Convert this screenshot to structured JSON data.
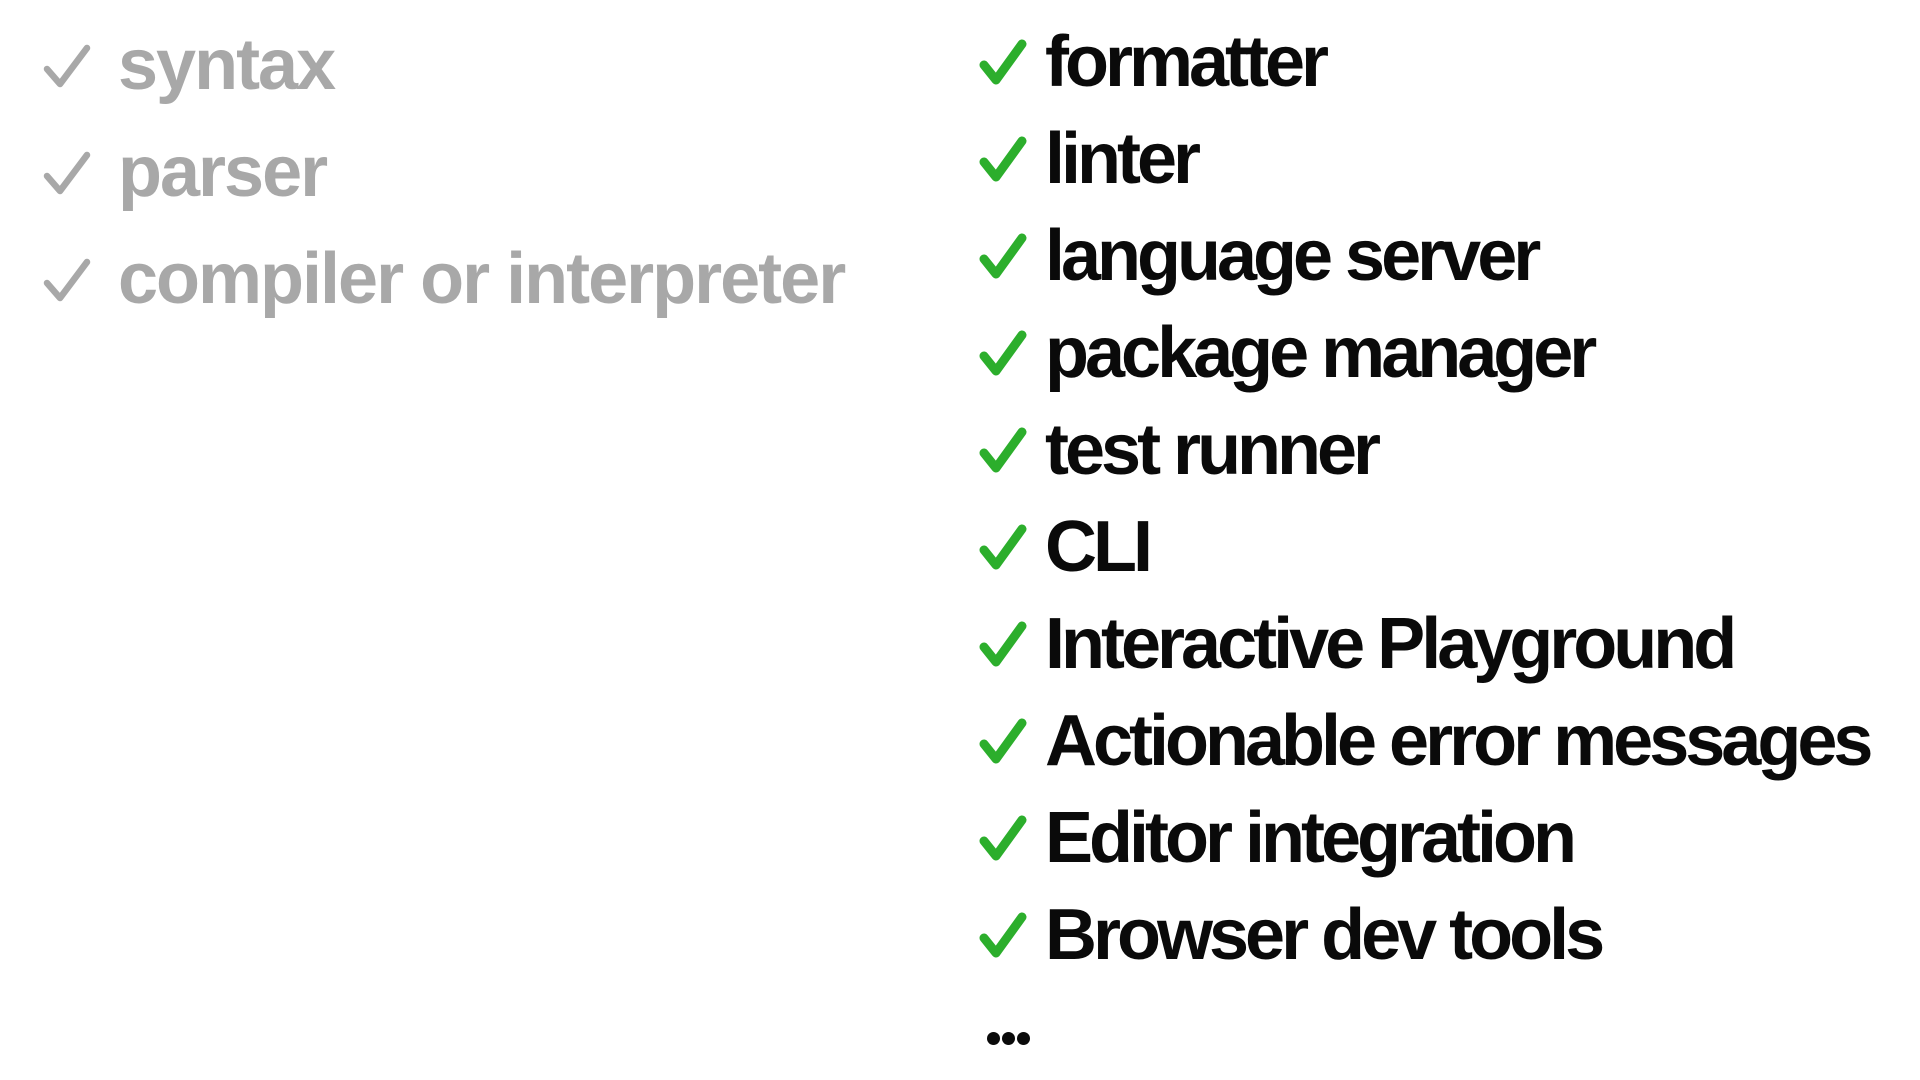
{
  "slide": {
    "colors": {
      "background": "#ffffff",
      "completed_gray": "#a8a8a8",
      "text_black": "#0a0a0a",
      "check_green": "#2cae2c"
    },
    "completed_list": {
      "items": [
        {
          "label": "syntax"
        },
        {
          "label": "parser"
        },
        {
          "label": "compiler or interpreter"
        }
      ]
    },
    "tooling_list": {
      "items": [
        {
          "label": "formatter"
        },
        {
          "label": "linter"
        },
        {
          "label": "language server"
        },
        {
          "label": "package manager"
        },
        {
          "label": "test runner"
        },
        {
          "label": "CLI"
        },
        {
          "label": "Interactive Playground"
        },
        {
          "label": "Actionable error messages"
        },
        {
          "label": "Editor integration"
        },
        {
          "label": "Browser dev tools"
        }
      ],
      "more_indicator": "..."
    }
  }
}
